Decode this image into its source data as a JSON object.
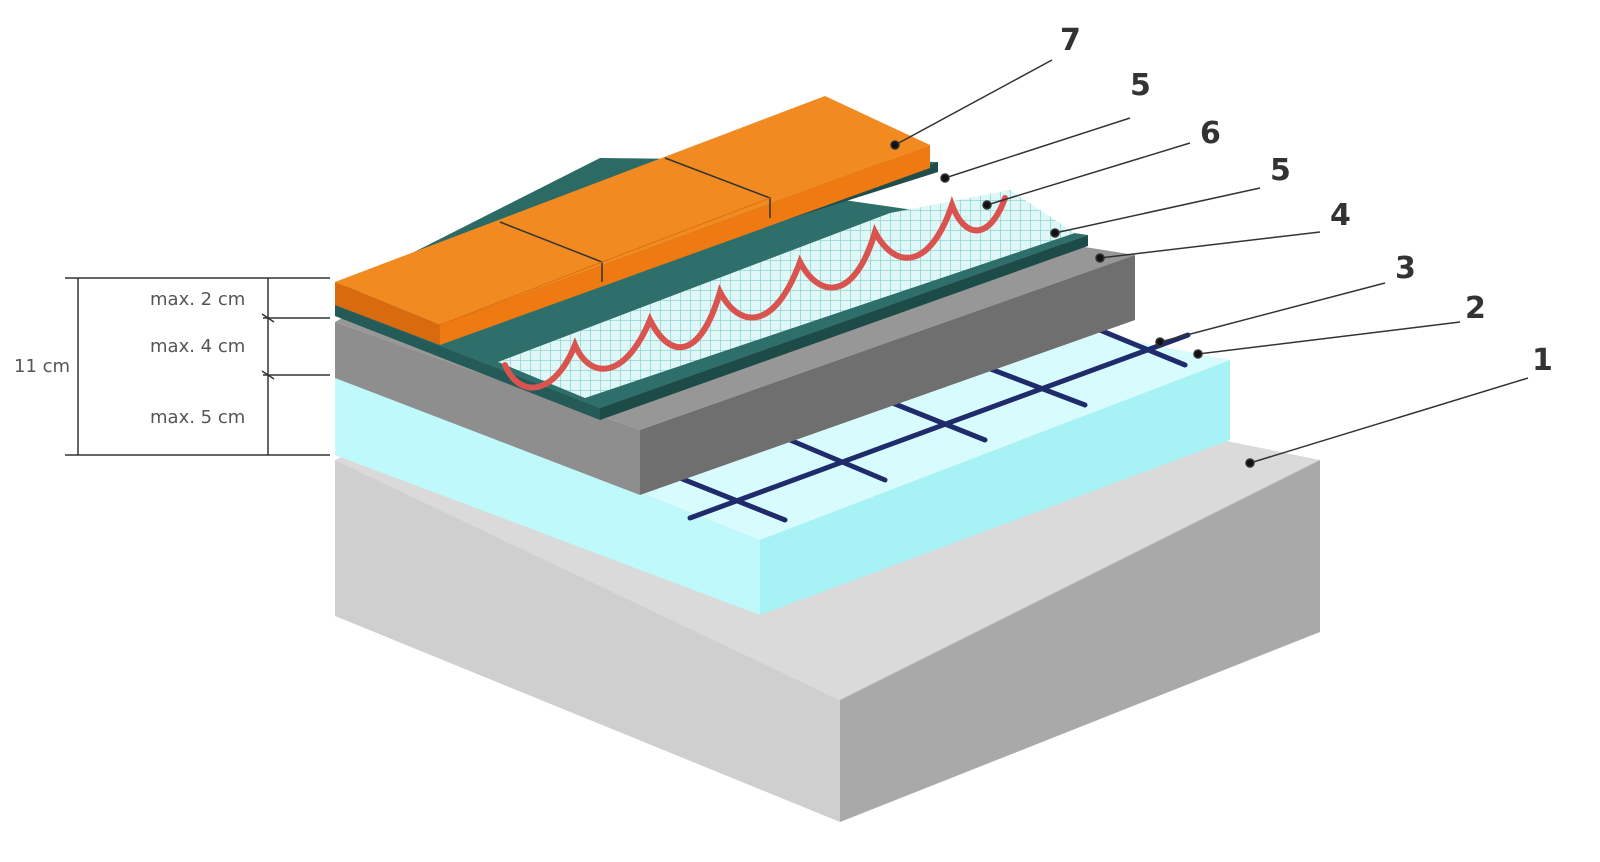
{
  "callouts": {
    "c1": "1",
    "c2": "2",
    "c3": "3",
    "c4": "4",
    "c5_upper": "5",
    "c5_lower": "5",
    "c6": "6",
    "c7": "7"
  },
  "dimensions": {
    "total": "11 cm",
    "top": "max. 2 cm",
    "middle": "max. 4 cm",
    "bottom": "max. 5 cm"
  },
  "colors": {
    "concrete": "#c8c8c8",
    "insulation": "#aef7fa",
    "reinforcement_mesh": "#1f2b6b",
    "screed": "#8a8a8a",
    "adhesive_layer": "#2f6f6b",
    "heating_mat_grid": "#b7ece9",
    "heating_cable": "#d9534f",
    "tiles": "#f07a12"
  }
}
